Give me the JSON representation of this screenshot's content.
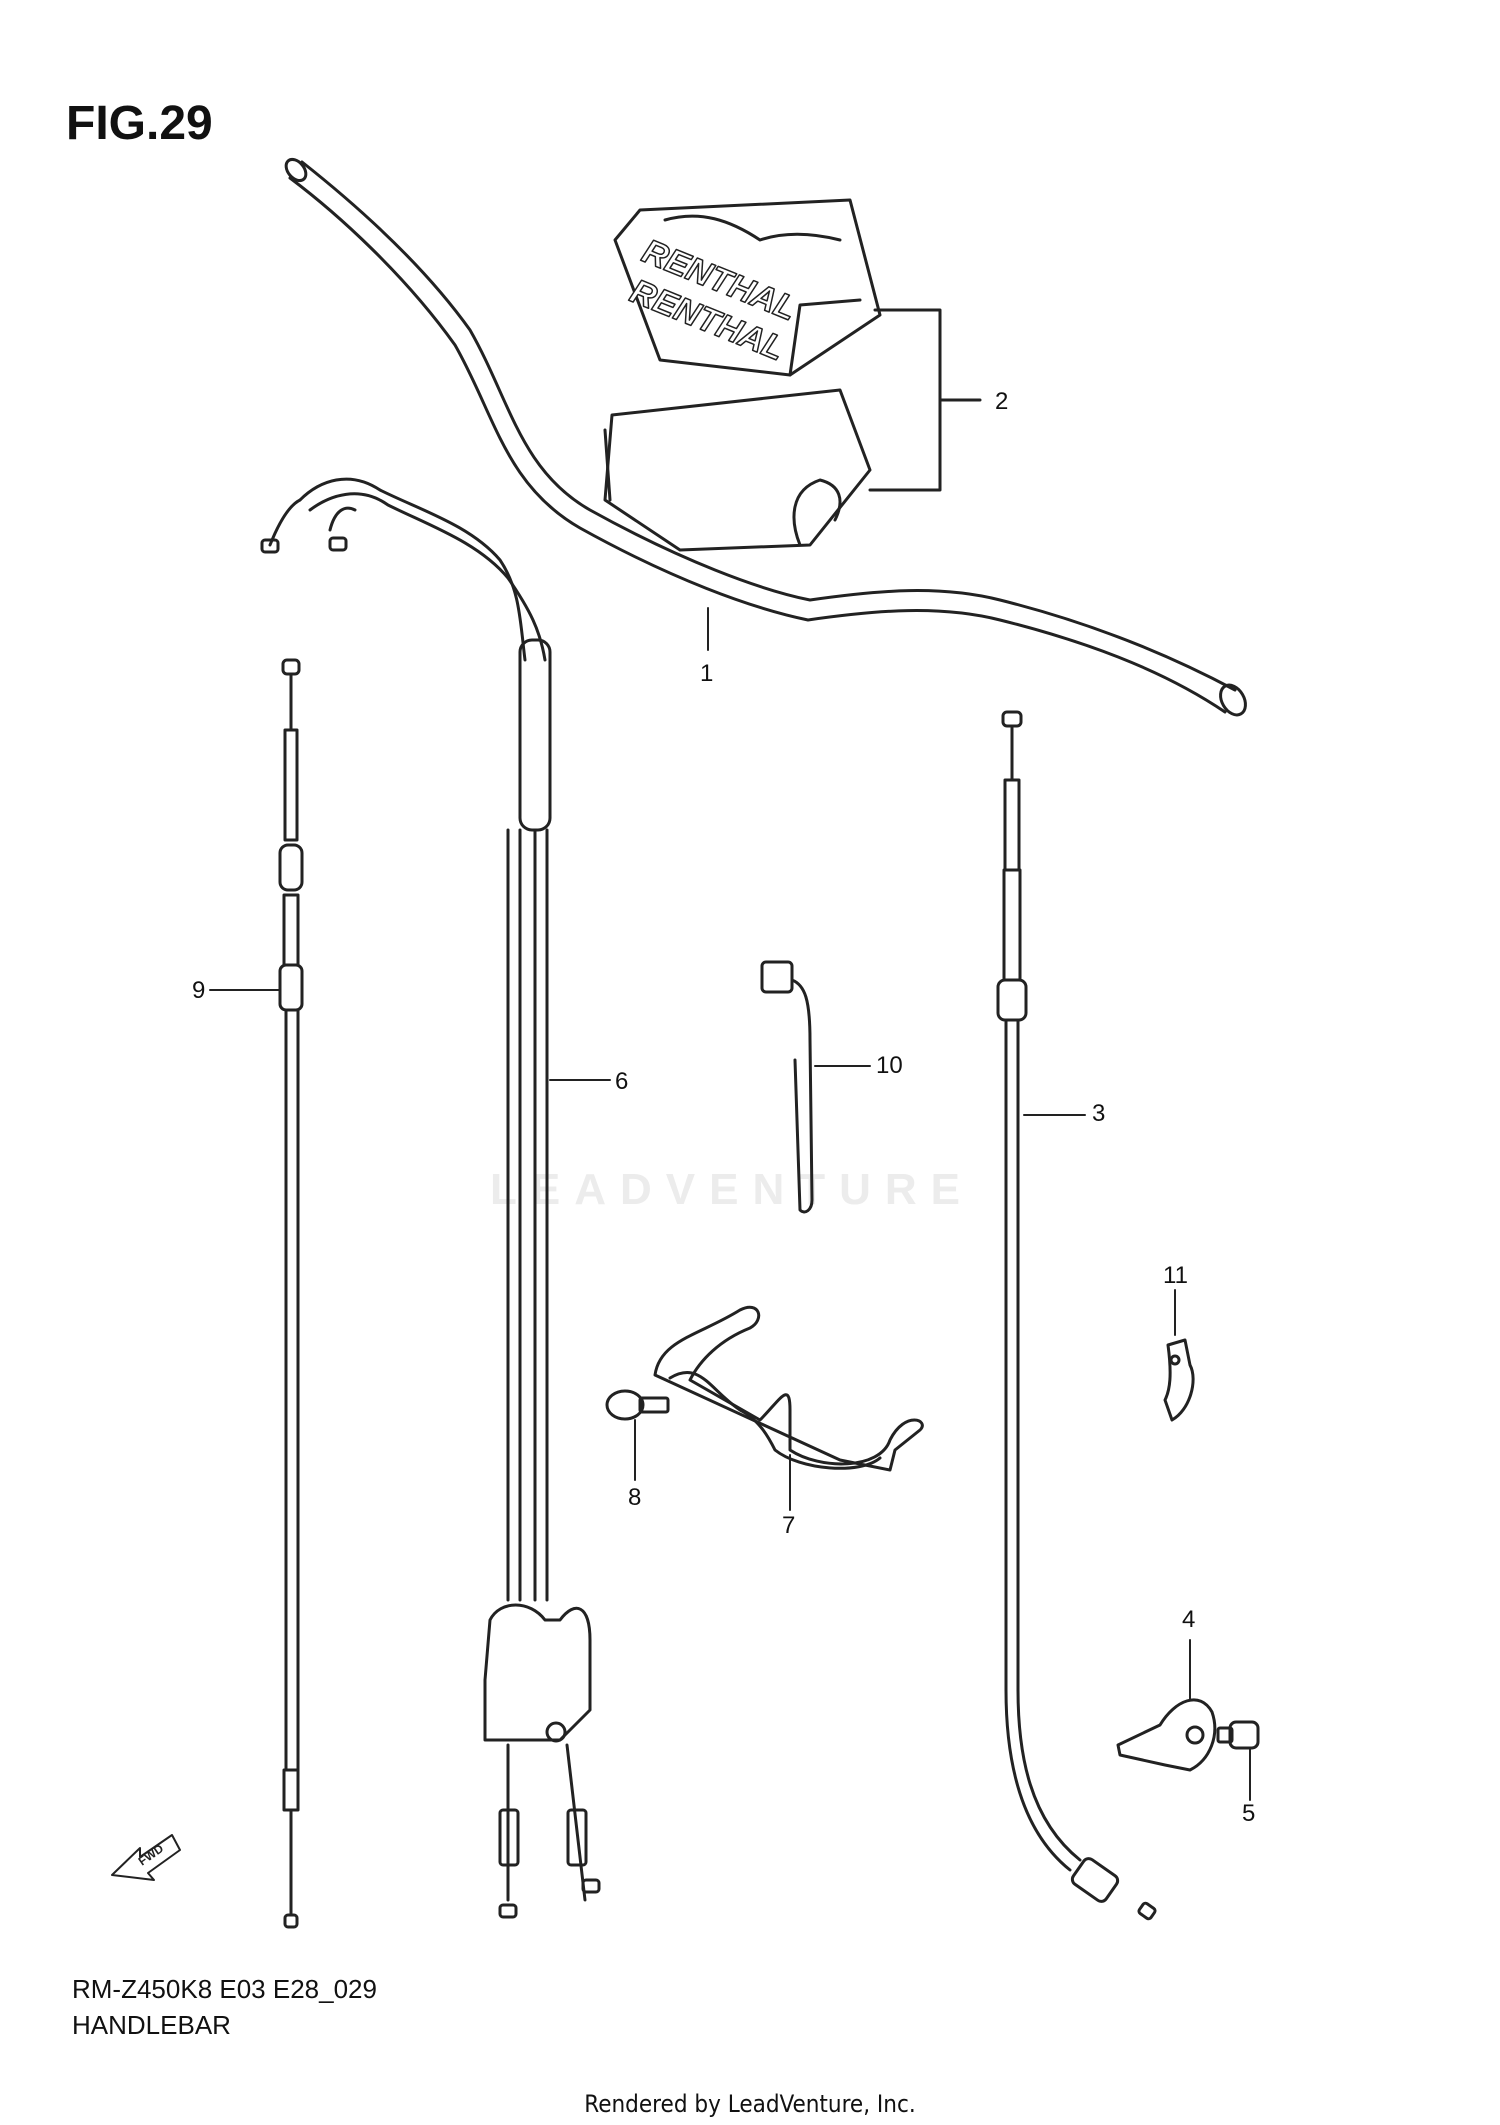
{
  "figure": {
    "title": "FIG.29"
  },
  "callouts": [
    {
      "id": "1",
      "label": "1"
    },
    {
      "id": "2",
      "label": "2"
    },
    {
      "id": "3",
      "label": "3"
    },
    {
      "id": "4",
      "label": "4"
    },
    {
      "id": "5",
      "label": "5"
    },
    {
      "id": "6",
      "label": "6"
    },
    {
      "id": "7",
      "label": "7"
    },
    {
      "id": "8",
      "label": "8"
    },
    {
      "id": "9",
      "label": "9"
    },
    {
      "id": "10",
      "label": "10"
    },
    {
      "id": "11",
      "label": "11"
    }
  ],
  "pad_brand": "RENTHAL",
  "fwd_label": "FWD",
  "diagram_code": "RM-Z450K8 E03 E28_029",
  "diagram_name": "HANDLEBAR",
  "watermark": "LEADVENTURE",
  "footer": "Rendered by LeadVenture, Inc."
}
